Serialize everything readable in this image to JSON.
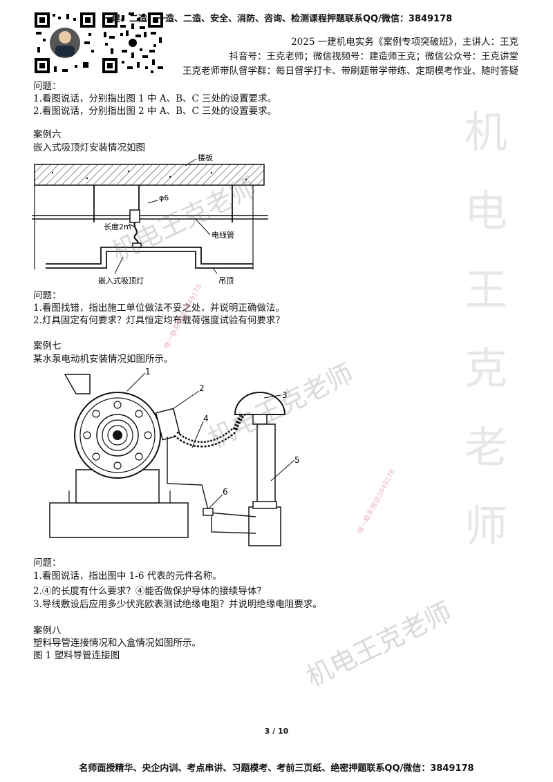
{
  "header": {
    "banner": "一建、二造、一造、二造、安全、消防、咨询、检测课程押题联系QQ/微信：3849178",
    "line1": "2025 一建机电实务《案例专项突破班》，主讲人：王克",
    "line2": "抖音号：王克老师；微信视频号：建造师王克；微信公众号：王克讲堂",
    "line3": "王克老师带队督学群：每日督学打卡、带刷题带学带练、定期模考作业、随时答疑"
  },
  "section_prev": {
    "heading": "问题：",
    "questions": [
      "1.看图说话，分别指出图 1 中 A、B、C 三处的设置要求。",
      "2.看图说话，分别指出图 2 中 A、B、C 三处的设置要求。"
    ]
  },
  "case6": {
    "title": "案例六",
    "desc": "嵌入式吸顶灯安装情况如图",
    "figure": {
      "label_floor": "楼板",
      "label_phi": "φ6",
      "label_length": "长度2m",
      "label_conduit": "电线管",
      "label_lamp": "嵌入式吸顶灯",
      "label_ceiling": "吊顶"
    },
    "heading": "问题：",
    "questions": [
      "1.看图找错，指出施工单位做法不妥之处，并说明正确做法。",
      "2.灯具固定有何要求？灯具恒定均布载荷强度试验有何要求？"
    ]
  },
  "case7": {
    "title": "案例七",
    "desc": "某水泵电动机安装情况如图所示。",
    "figure": {
      "n1": "1",
      "n2": "2",
      "n3": "3",
      "n4": "4",
      "n5": "5",
      "n6": "6"
    },
    "heading": "问题：",
    "questions": [
      "1.看图说话，指出图中 1-6 代表的元件名称。",
      "2.④的长度有什么要求？④能否做保护导体的接续导体？",
      "3.导线敷设后应用多少伏兆欧表测试绝缘电阻？并说明绝缘电阻要求。"
    ]
  },
  "case8": {
    "title": "案例八",
    "desc": "塑料导管连接情况和入盒情况如图所示。",
    "fig_caption": "图 1 塑料导管连接图"
  },
  "page_number": "3 / 10",
  "footer": "名师面授精华、央企内训、考点串讲、习题模考、考前三页纸、绝密押题联系QQ/微信：3849178",
  "watermarks": {
    "vertical": [
      "机",
      "电",
      "王",
      "克",
      "老",
      "师"
    ],
    "diag1": "机电王克老师",
    "diag2": "机电王克老师",
    "diag3": "机电王克老师",
    "small1": "唯一联系微信3849178",
    "small2": "唯一联系微信3849178"
  }
}
